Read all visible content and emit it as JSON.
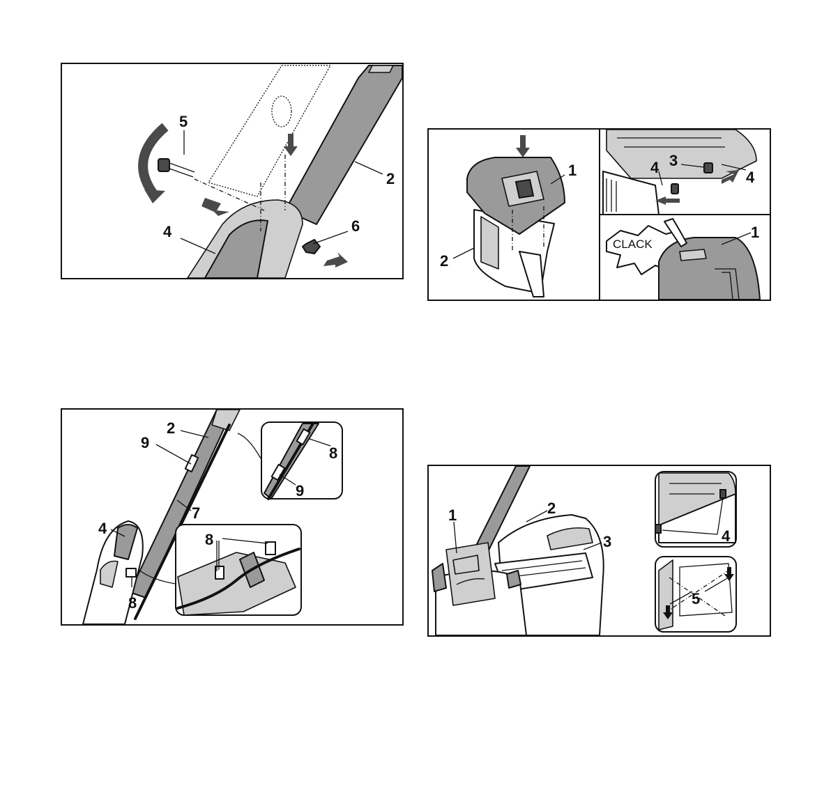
{
  "figures": [
    {
      "callouts": {
        "a": "5",
        "b": "2",
        "c": "6",
        "d": "4"
      }
    },
    {
      "callouts": {
        "a": "1",
        "b": "2",
        "c": "4",
        "d": "3",
        "e": "4",
        "f": "1"
      },
      "sound_label": "CLACK"
    },
    {
      "callouts": {
        "a": "2",
        "b": "9",
        "c": "7",
        "d": "4",
        "e": "8",
        "f": "8",
        "g": "8",
        "h": "9"
      }
    },
    {
      "callouts": {
        "a": "1",
        "b": "2",
        "c": "3",
        "d": "4",
        "e": "5"
      }
    }
  ],
  "colors": {
    "outline": "#111111",
    "shade_dark": "#4a4a4a",
    "shade_mid": "#9a9a9a",
    "shade_light": "#cfcfcf"
  }
}
